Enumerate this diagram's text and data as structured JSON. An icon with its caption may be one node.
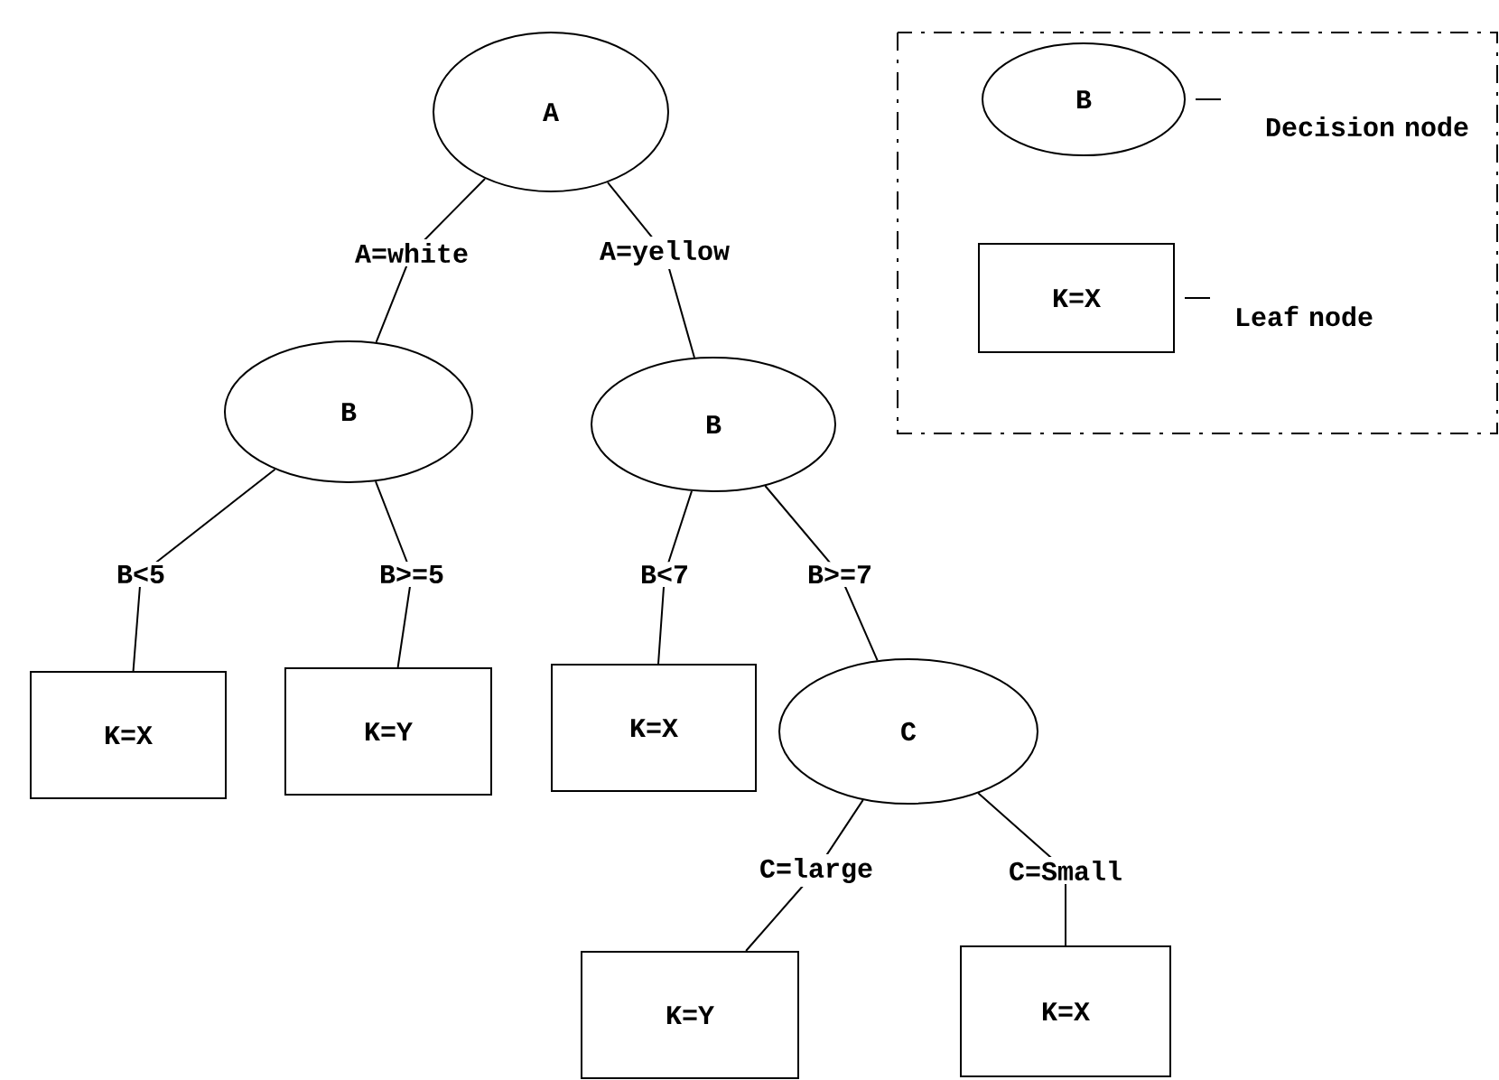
{
  "diagram": {
    "nodes": [
      {
        "text": [
          "A"
        ]
      },
      {
        "text": [
          "B"
        ]
      },
      {
        "text": [
          "B"
        ]
      },
      {
        "text": [
          "K=X"
        ]
      },
      {
        "text": [
          "K=Y"
        ]
      },
      {
        "text": [
          "K=X"
        ]
      },
      {
        "text": [
          "C"
        ]
      },
      {
        "text": [
          "K=Y"
        ]
      },
      {
        "text": [
          "K=X"
        ]
      }
    ],
    "edges": [
      {
        "from": 0,
        "to": 1,
        "arrow": "none",
        "label": "A=white"
      },
      {
        "from": 0,
        "to": 2,
        "arrow": "none",
        "label": "A=yellow"
      },
      {
        "from": 1,
        "to": 3,
        "arrow": "none",
        "label": "B<5"
      },
      {
        "from": 1,
        "to": 4,
        "arrow": "none",
        "label": "B>=5"
      },
      {
        "from": 2,
        "to": 5,
        "arrow": "none",
        "label": "B<7"
      },
      {
        "from": 2,
        "to": 6,
        "arrow": "none",
        "label": "B>=7"
      },
      {
        "from": 6,
        "to": 7,
        "arrow": "none",
        "label": "C=large"
      },
      {
        "from": 6,
        "to": 8,
        "arrow": "none",
        "label": "C=Small"
      }
    ],
    "labels": [
      "B",
      "K=X"
    ],
    "legend": [
      {
        "text": "Decision node"
      },
      {
        "text": "Leaf node"
      }
    ]
  }
}
